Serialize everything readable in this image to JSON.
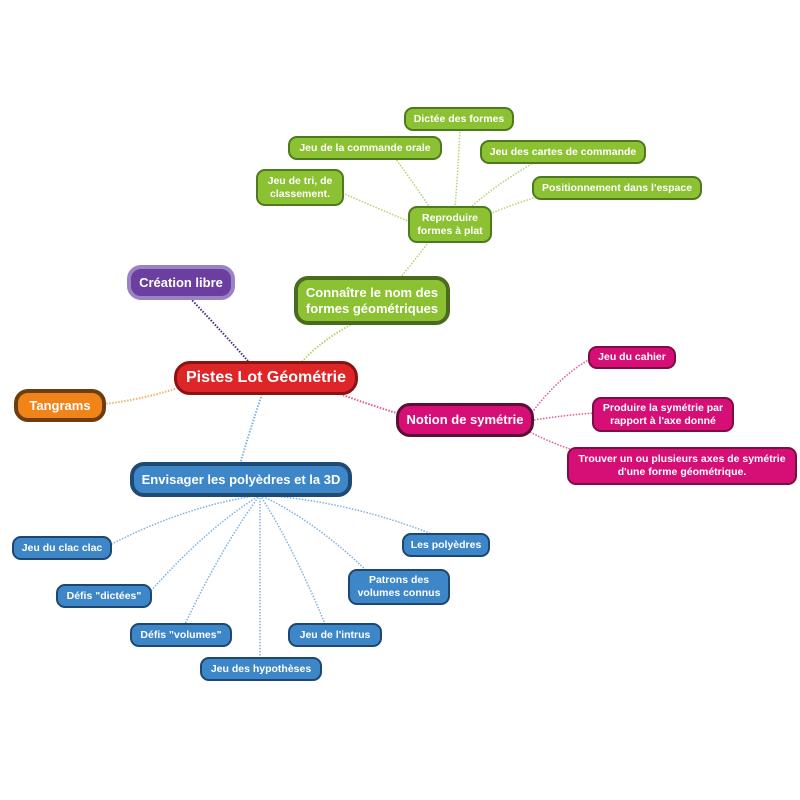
{
  "colors": {
    "root": "#de2528",
    "green": "#8cc133",
    "purple": "#6a3fa0",
    "orange": "#f08418",
    "pink": "#d60f77",
    "blue": "#3d87c8"
  },
  "root": {
    "label": "Pistes Lot Géométrie"
  },
  "branches": {
    "formes": {
      "label": "Connaître le nom des formes géométriques",
      "sub": {
        "label": "Reproduire formes à plat",
        "items": [
          "Dictée des formes",
          "Jeu de la commande orale",
          "Jeu des cartes de commande",
          "Jeu de tri, de classement.",
          "Positionnement dans l'espace"
        ]
      }
    },
    "creation": {
      "label": "Création libre"
    },
    "tangrams": {
      "label": "Tangrams"
    },
    "symetrie": {
      "label": "Notion de symétrie",
      "items": [
        "Jeu du cahier",
        "Produire la symétrie par rapport à l'axe donné",
        "Trouver un ou plusieurs axes de symétrie d'une forme géométrique."
      ]
    },
    "polyedres": {
      "label": "Envisager les polyèdres et la 3D",
      "items": [
        "Jeu du clac clac",
        "Défis \"dictées\"",
        "Défis \"volumes\"",
        "Jeu des hypothèses",
        "Jeu de l'intrus",
        "Patrons des volumes connus",
        "Les polyèdres"
      ]
    }
  }
}
